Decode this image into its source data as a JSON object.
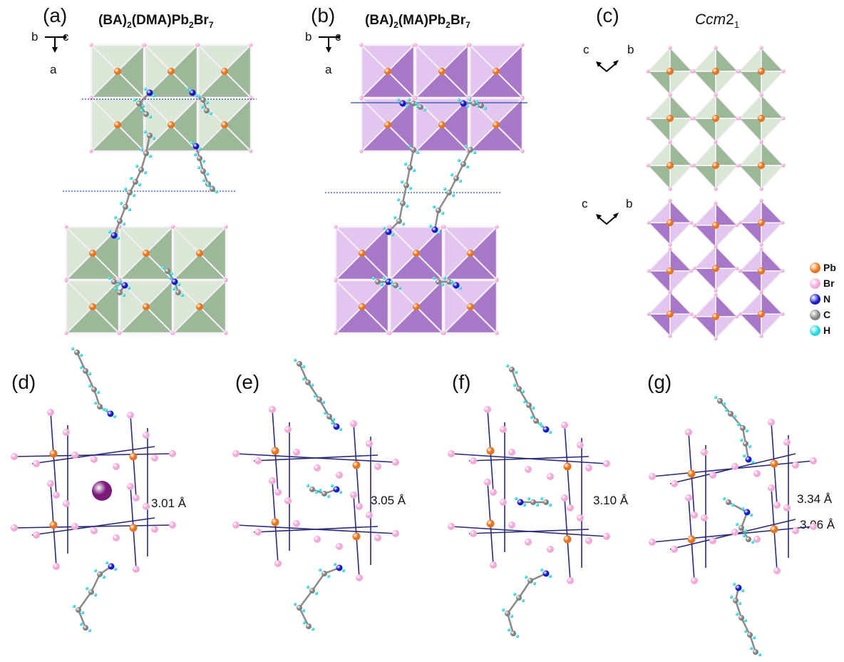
{
  "panel_labels": {
    "a": "(a)",
    "b": "(b)",
    "c": "(c)",
    "d": "(d)",
    "e": "(e)",
    "f": "(f)",
    "g": "(g)"
  },
  "titles": {
    "a": {
      "base1": "(BA)",
      "sub1": "2",
      "base2": "(DMA)Pb",
      "sub2": "2",
      "base3": "Br",
      "sub3": "7"
    },
    "b": {
      "base1": "(BA)",
      "sub1": "2",
      "base2": "(MA)Pb",
      "sub2": "2",
      "base3": "Br",
      "sub3": "7"
    },
    "c": {
      "italic": "Ccm",
      "tail": "2",
      "sub": "1"
    }
  },
  "axes": {
    "a": {
      "left": "b",
      "right": "c",
      "down": "a"
    },
    "b": {
      "left": "b",
      "right": "c",
      "down": "a"
    },
    "c_top": {
      "left": "c",
      "right": "b"
    },
    "c_bottom": {
      "left": "c",
      "right": "b"
    }
  },
  "distances": {
    "d": "3.01 Å",
    "e": "3.05 Å",
    "f": "3.10 Å",
    "g1": "3.34 Å",
    "g2": "3.06 Å"
  },
  "legend": [
    {
      "label": "Pb",
      "color": "#e8731a"
    },
    {
      "label": "Br",
      "color": "#f0a9d8"
    },
    {
      "label": "N",
      "color": "#1515c8"
    },
    {
      "label": "C",
      "color": "#808080"
    },
    {
      "label": "H",
      "color": "#1fd6e0"
    }
  ],
  "colors": {
    "green": "#9cb898",
    "green_light": "#dbe7d6",
    "purple": "#a878c8",
    "purple_light": "#e3c6ef",
    "bond": "#2a2a7a"
  }
}
